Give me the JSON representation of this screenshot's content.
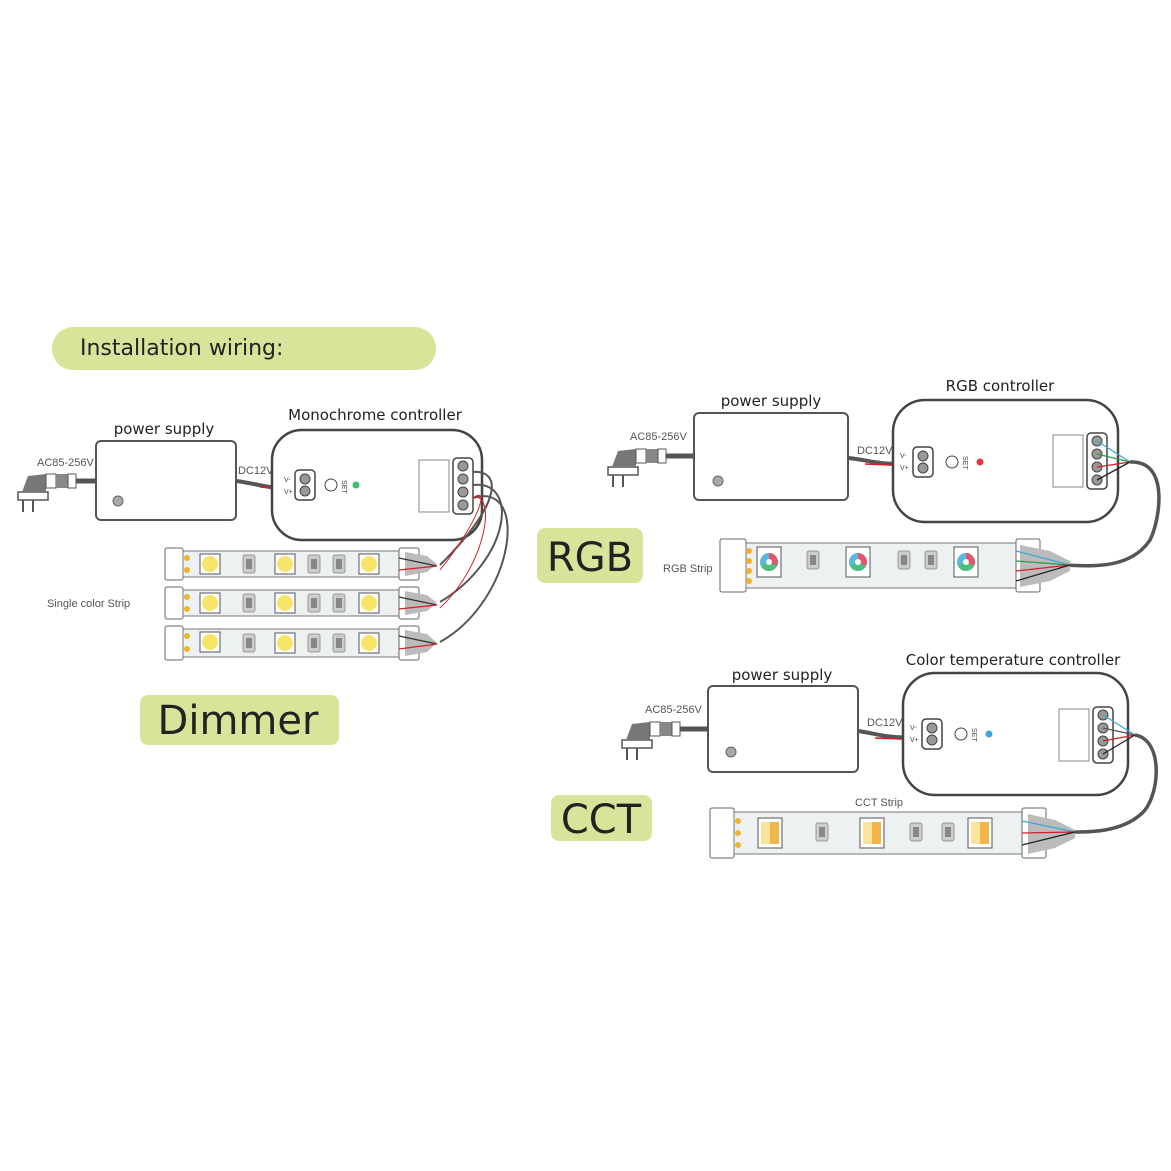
{
  "title": "Installation wiring:",
  "colors": {
    "pill": "#d7e59b",
    "cable": "#555555",
    "red_wire": "#d0202a",
    "led_yellow": "#f7e56a",
    "pad": "#f0b429"
  },
  "dimmer": {
    "badge": "Dimmer",
    "power_supply": "power supply",
    "ac_label": "AC85-256V",
    "dc_label": "DC12V",
    "controller": "Monochrome controller",
    "strip_label": "Single color Strip",
    "set_label": "SET",
    "vminus": "V-",
    "vplus": "V+",
    "indicator_color": "#3bbf6a"
  },
  "rgb": {
    "badge": "RGB",
    "power_supply": "power supply",
    "ac_label": "AC85-256V",
    "dc_label": "DC12V",
    "controller": "RGB controller",
    "strip_label": "RGB Strip",
    "set_label": "SET",
    "vminus": "V-",
    "vplus": "V+",
    "indicator_color": "#e8343c"
  },
  "cct": {
    "badge": "CCT",
    "power_supply": "power supply",
    "ac_label": "AC85-256V",
    "dc_label": "DC12V",
    "controller": "Color temperature controller",
    "strip_label": "CCT Strip",
    "set_label": "SET",
    "vminus": "V-",
    "vplus": "V+",
    "indicator_color": "#3ea7e0"
  }
}
